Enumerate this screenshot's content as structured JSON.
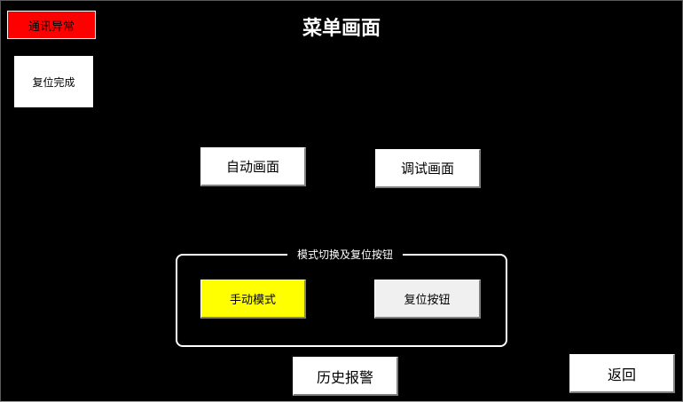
{
  "header": {
    "title": "菜单画面"
  },
  "status": {
    "comm_status": "通讯异常",
    "comm_status_color": "#ff0000",
    "reset_status": "复位完成"
  },
  "navigation": {
    "auto_screen": "自动画面",
    "debug_screen": "调试画面",
    "history_alarm": "历史报警",
    "back": "返回"
  },
  "mode_group": {
    "label": "模式切换及复位按钮",
    "mode_button": "手动模式",
    "mode_button_color": "#ffff00",
    "reset_button": "复位按钮"
  }
}
